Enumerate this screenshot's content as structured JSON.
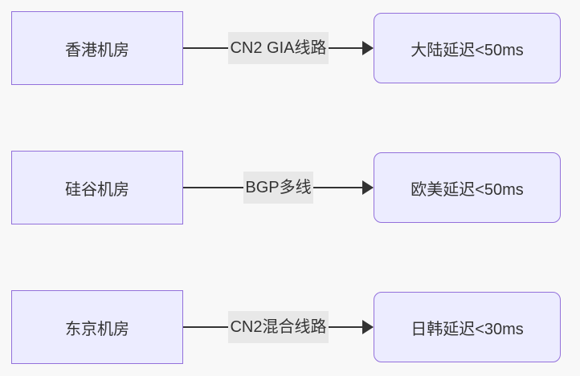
{
  "diagram": {
    "type": "flowchart-lr",
    "colors": {
      "bg": "#f8f8f8",
      "node_fill": "#ECECFF",
      "node_border": "#9370DB",
      "edge_color": "#333333",
      "label_bg": "#e8e8e8",
      "text_color": "#333333"
    },
    "rows": [
      {
        "source": "香港机房",
        "edge_label": "CN2 GIA线路",
        "target": "大陆延迟<50ms"
      },
      {
        "source": "硅谷机房",
        "edge_label": "BGP多线",
        "target": "欧美延迟<50ms"
      },
      {
        "source": "东京机房",
        "edge_label": "CN2混合线路",
        "target": "日韩延迟<30ms"
      }
    ]
  }
}
